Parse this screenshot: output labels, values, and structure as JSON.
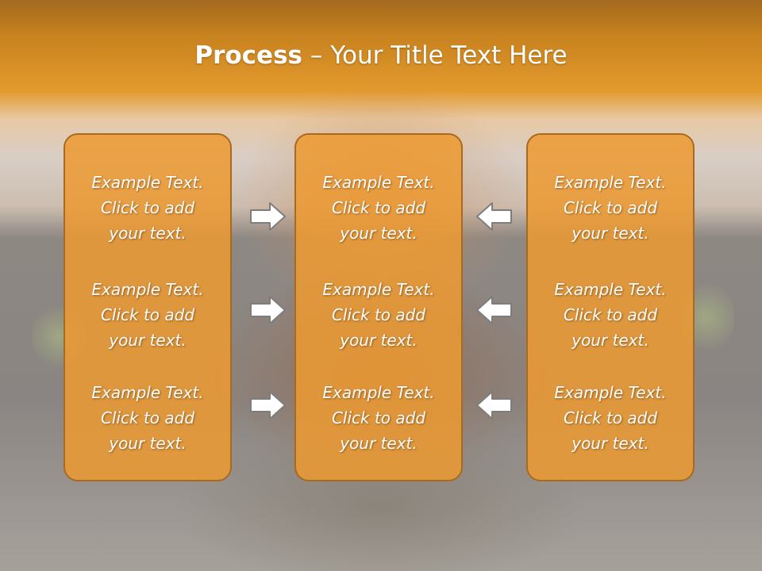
{
  "slide": {
    "title_bold": "Process",
    "title_rest": " – Your Title Text Here",
    "columns": [
      {
        "items": [
          {
            "line1": "Example Text.",
            "line2": "Click  to add",
            "line3": "your text."
          },
          {
            "line1": "Example Text.",
            "line2": "Click  to add",
            "line3": "your text."
          },
          {
            "line1": "Example Text.",
            "line2": "Click  to add",
            "line3": "your text."
          }
        ]
      },
      {
        "items": [
          {
            "line1": "Example Text.",
            "line2": "Click  to add",
            "line3": "your text."
          },
          {
            "line1": "Example Text.",
            "line2": "Click  to add",
            "line3": "your text."
          },
          {
            "line1": "Example Text.",
            "line2": "Click  to add",
            "line3": "your text."
          }
        ]
      },
      {
        "items": [
          {
            "line1": "Example Text.",
            "line2": "Click  to add",
            "line3": "your text."
          },
          {
            "line1": "Example Text.",
            "line2": "Click  to add",
            "line3": "your text."
          },
          {
            "line1": "Example Text.",
            "line2": "Click  to add",
            "line3": "your text."
          }
        ]
      }
    ],
    "arrows": {
      "left_group": "arrow-right-icon",
      "right_group": "arrow-left-icon"
    }
  },
  "colors": {
    "box_fill": "#ec9a32",
    "box_border": "#a86a1f",
    "title_bar": "#e39a2e",
    "text": "#ffffff"
  }
}
